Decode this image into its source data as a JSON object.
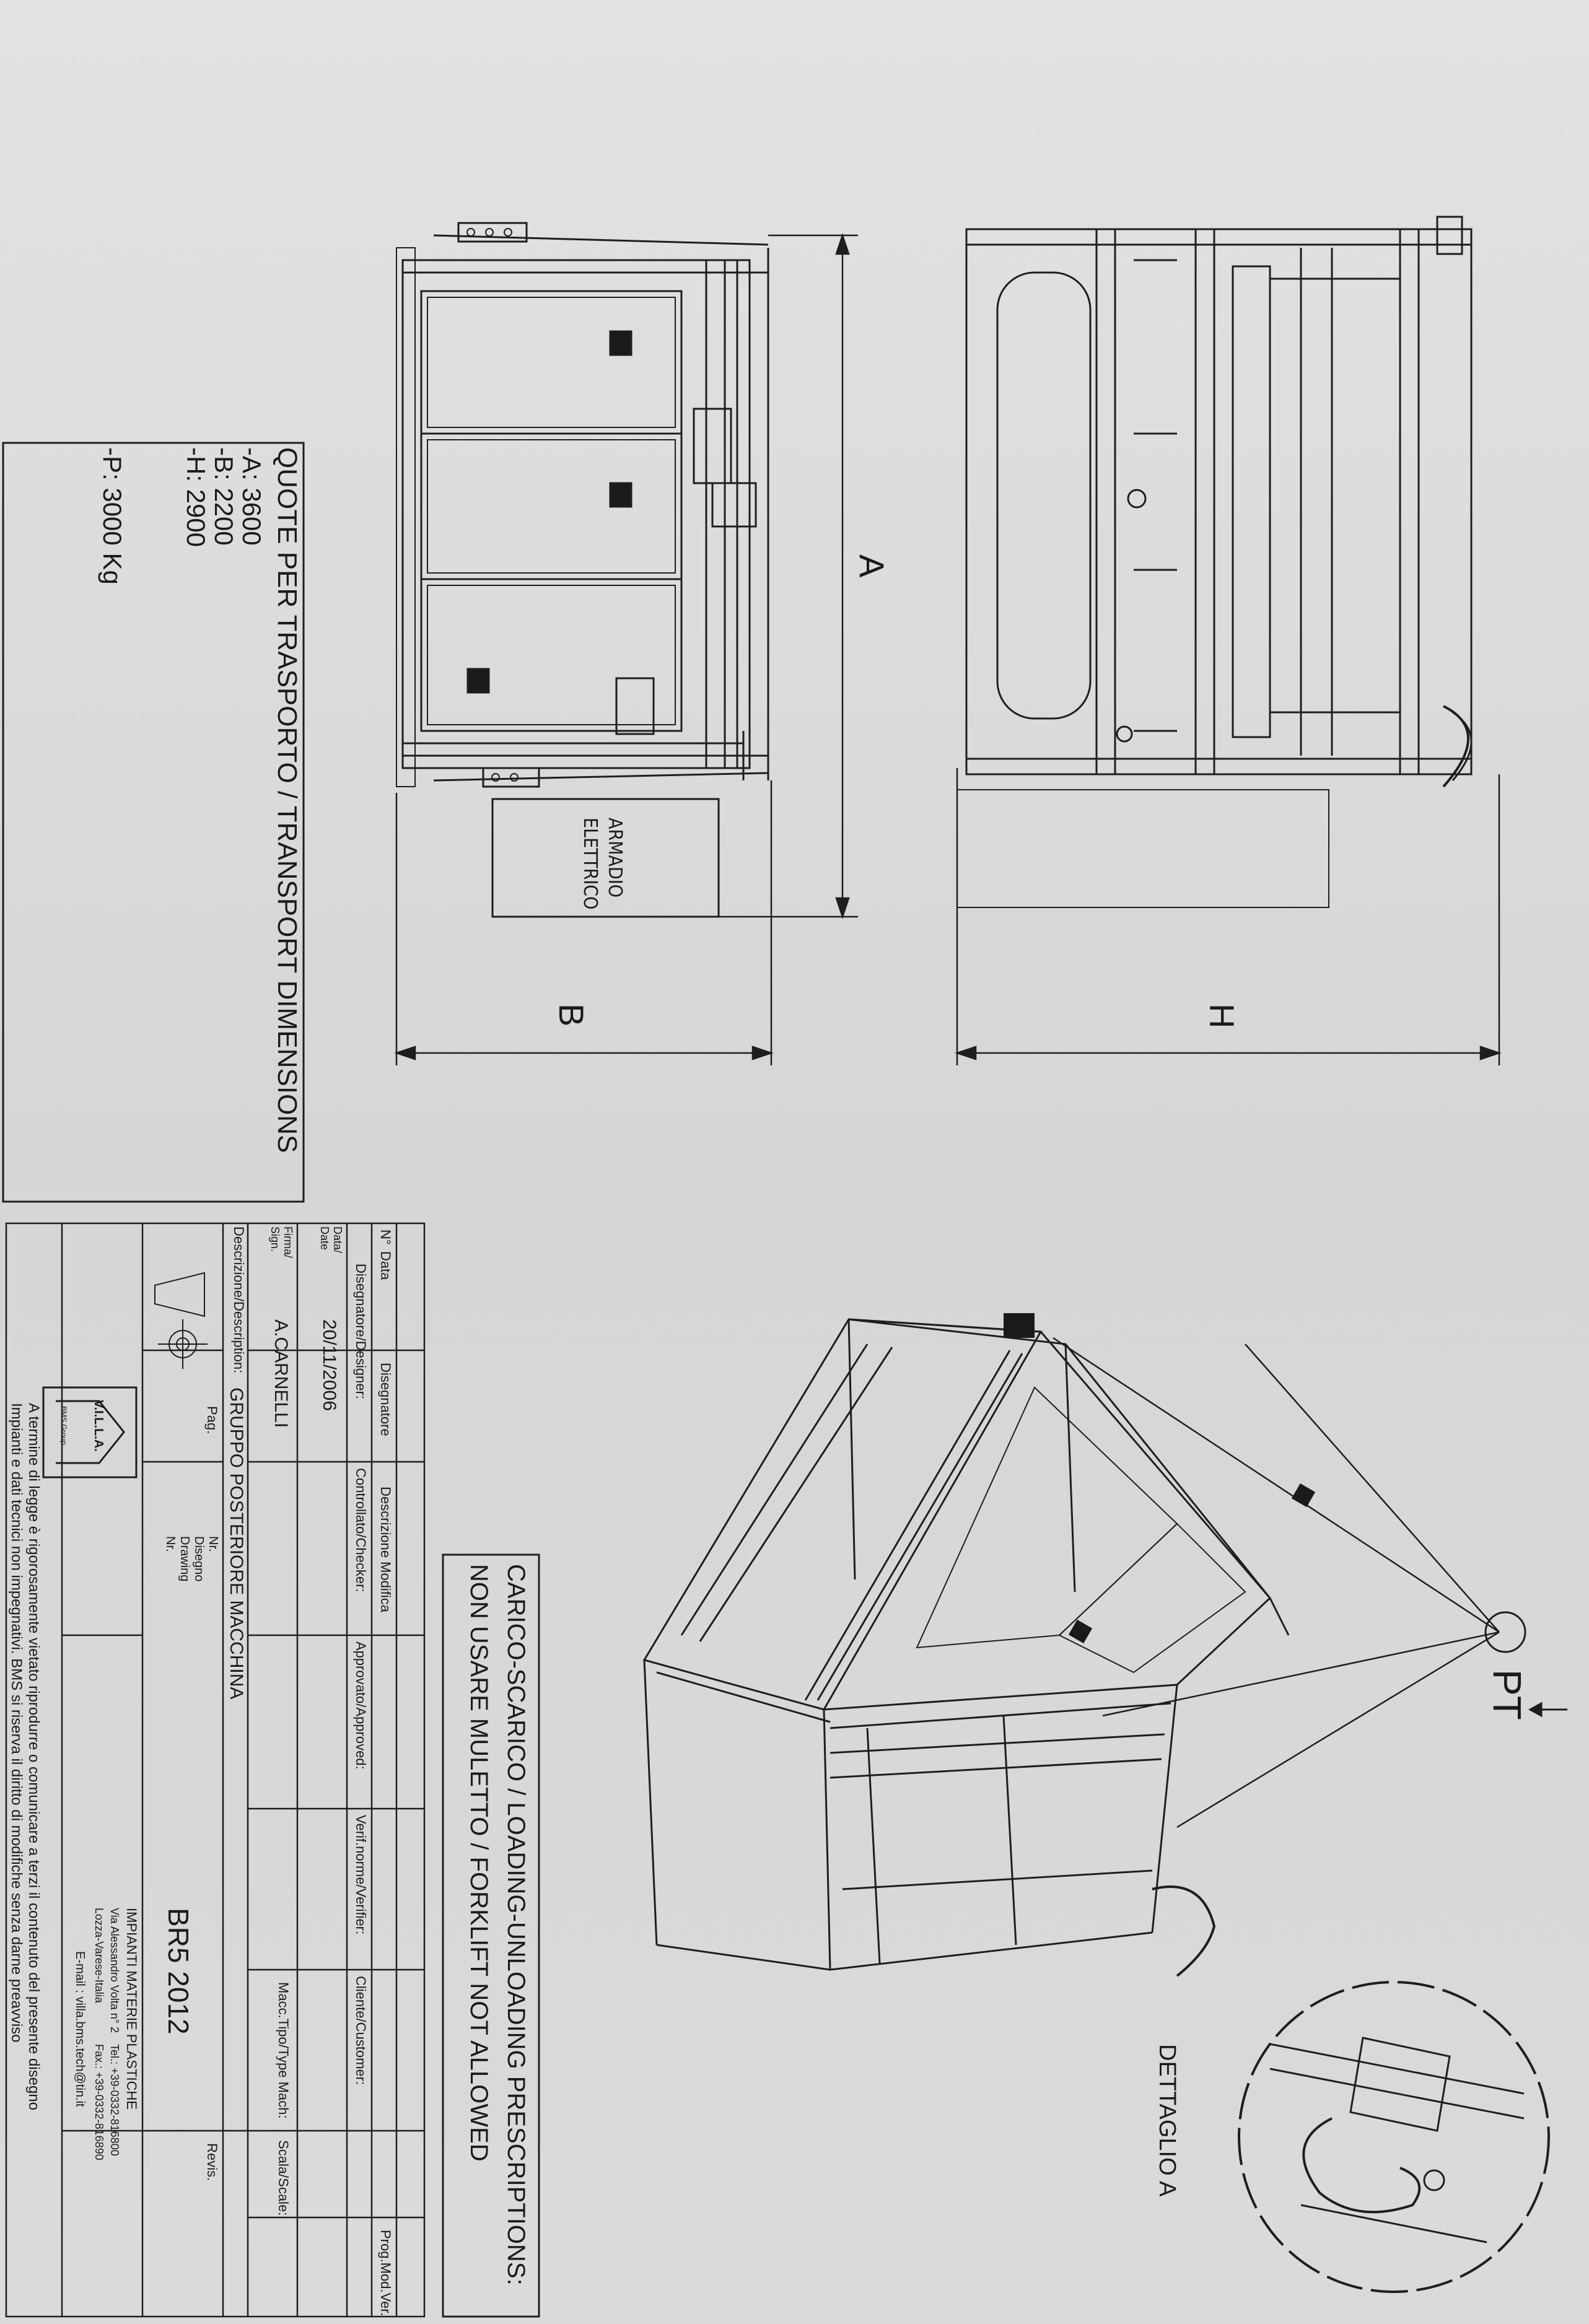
{
  "transport_box": {
    "title": "QUOTE PER TRASPORTO / TRANSPORT DIMENSIONS",
    "dim_a": "-A: 3600",
    "dim_b": "-B: 2200",
    "dim_h": "-H: 2900",
    "dim_p": "-P: 3000 Kg"
  },
  "dimensions": {
    "label_a": "A",
    "label_b": "B",
    "label_h": "H"
  },
  "cabinet_label": {
    "line1": "ARMADIO",
    "line2": "ELETTRICO"
  },
  "lifting": {
    "point_label": "PT",
    "warning_line1": "CARICO-SCARICO / LOADING-UNLOADING PRESCRIPTIONS:",
    "warning_line2": "NON USARE MULETTO / FORKLIFT NOT ALLOWED",
    "detail_label": "DETTAGLIO A"
  },
  "title_block": {
    "rev_header": {
      "n": "N°",
      "data": "Data",
      "disegnatore": "Disegnatore",
      "descrizione": "Descrizione Modifica",
      "prog": "Prog.Mod.Ver."
    },
    "roles": {
      "designer": "Disegnatore/Designer:",
      "checker": "Controllato/Checker:",
      "approver": "Approvato/Approved:",
      "verifier": "Verif.norme/Verifier:",
      "customer": "Cliente/Customer:"
    },
    "date_label": "Data/ Date",
    "sign_label": "Firma/ Sign.",
    "date_value": "20/11/2006",
    "sign_value": "A.CARNELLI",
    "type_label": "Macc.Tipo/Type Mach:",
    "scale_label": "Scala/Scale:",
    "description_label": "Descrizione/Description:",
    "description_value": "GRUPPO POSTERIORE MACCHINA",
    "page_label": "Pag.",
    "drawing_no_label": "Nr. Disegno Drawing Nr.",
    "drawing_no": "BR5 2012",
    "revis_label": "Revis."
  },
  "company": {
    "name": "IMPIANTI MATERIE PLASTICHE",
    "address": "Via Alessandro Volta n° 2",
    "city": "Lozza-Varese-Italia",
    "tel": "Tel.: +39-0332-816800",
    "fax": "Fax.: +39-0332-816890",
    "email": "E-mail : villa.bms.tech@tin.it",
    "logo_text": "V.I.L.L.A.",
    "logo_sub": "BMS Group"
  },
  "legal_note": {
    "line1": "A termine di legge è rigorosamente vietato riprodurre o comunicare a terzi il contenuto del presente disegno",
    "line2": "Impianti e dati tecnici non impegnativi. BMS si riserva il diritto di modifiche senza darne preavviso"
  }
}
